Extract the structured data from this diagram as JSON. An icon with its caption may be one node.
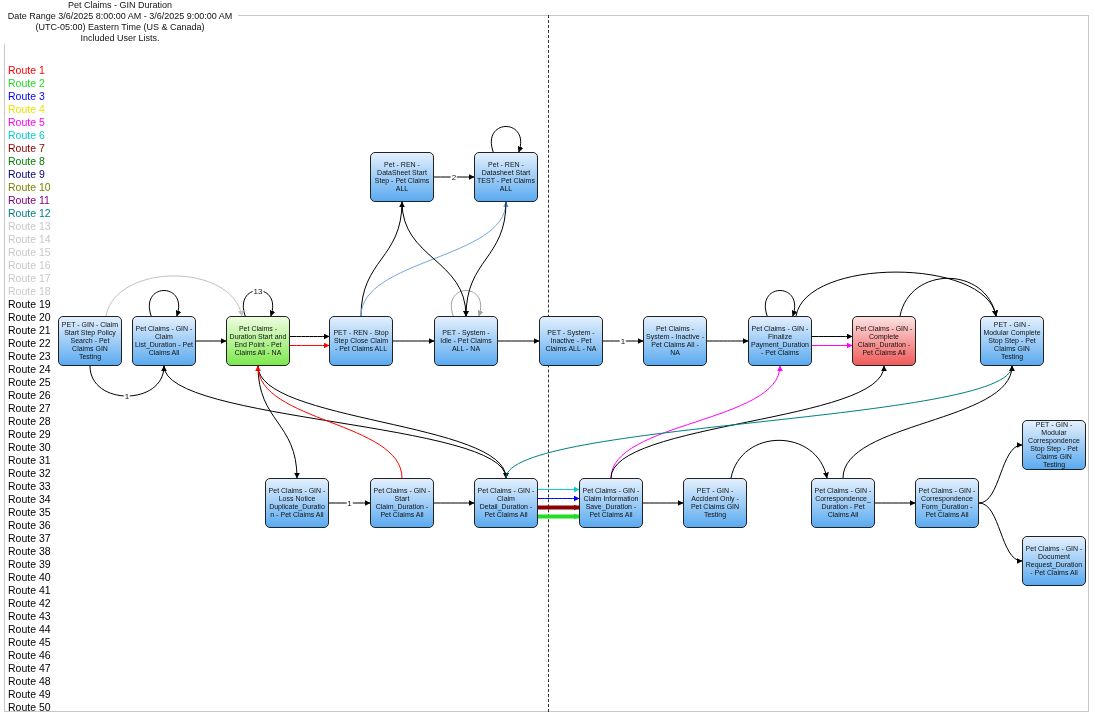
{
  "diagram": {
    "title": "Pet Claims - GIN Duration",
    "nodes": [
      {
        "text": [
          "PET - GIN - Claim Start Step Policy Search - Pet Claims GIN Testing"
        ]
      },
      {
        "text": [
          "Pet Claims - GIN - Claim List_Duration - Pet Claims All"
        ]
      },
      {
        "text": [
          "Pet Claims - Duration Start and End Point - Pet Claims All - NA"
        ]
      },
      {
        "text": [
          "PET - REN - Stop Step Close Claim - Pet Claims ALL"
        ]
      },
      {
        "text": [
          "PET - System - Idle - Pet Claims ALL - NA"
        ]
      },
      {
        "text": [
          "PET - System - Inactive - Pet Claims ALL - NA"
        ]
      },
      {
        "text": [
          "Pet Claims - System - Inactive - Pet Claims All - NA"
        ]
      },
      {
        "text": [
          "Pet Claims - GIN - Finalize Payment_Duration - Pet Claims"
        ]
      },
      {
        "text": [
          "Pet Claims - GIN - Complete Claim_Duration - Pet Claims All"
        ]
      },
      {
        "text": [
          "PET - GIN - Modular Complete Stop Step - Pet Claims GIN Testing"
        ]
      },
      {
        "text": [
          "Pet - REN - DataSheet Start Step - Pet Claims ALL"
        ]
      },
      {
        "text": [
          "Pet - REN - Datasheet Start TEST - Pet Claims ALL"
        ]
      },
      {
        "text": [
          "Pet Claims - GIN - Loss Notice Duplicate_Duration - Pet Claims All"
        ]
      },
      {
        "text": [
          "Pet Claims - GIN - Start Claim_Duration - Pet Claims All"
        ]
      },
      {
        "text": [
          "Pet Claims - GIN - Claim Detail_Duration - Pet Claims All"
        ]
      },
      {
        "text": [
          "Pet Claims - GIN - Claim Information Save_Duration - Pet Claims All"
        ]
      },
      {
        "text": [
          "PET - GIN - Accident Only - Pet Claims GIN Testing"
        ]
      },
      {
        "text": [
          "Pet Claims - GIN - Correspondence_Duration - Pet Claims All"
        ]
      },
      {
        "text": [
          "Pet Claims - GIN - Correspondence Form_Duration - Pet Claims All"
        ]
      },
      {
        "text": [
          "PET - GIN - Modular Correspondence Stop Step - Pet Claims GIN Testing"
        ]
      },
      {
        "text": [
          "Pet Claims - GIN - Document Request_Duration - Pet Claims All"
        ]
      }
    ],
    "edges": [
      {
        "from": 0,
        "to": 1,
        "arrow": "to",
        "label": "1"
      },
      {
        "from": 1,
        "to": 2,
        "arrow": "to"
      },
      {
        "from": 2,
        "to": 3,
        "arrow": "to"
      },
      {
        "from": 3,
        "to": 4,
        "arrow": "to"
      },
      {
        "from": 4,
        "to": 5,
        "arrow": "to"
      },
      {
        "from": 5,
        "to": 6,
        "arrow": "to",
        "label": "1"
      },
      {
        "from": 6,
        "to": 7,
        "arrow": "to"
      },
      {
        "from": 7,
        "to": 8,
        "arrow": "to"
      },
      {
        "from": 8,
        "to": 9,
        "arrow": "to"
      },
      {
        "from": 10,
        "to": 11,
        "arrow": "to",
        "label": "2"
      },
      {
        "from": 1,
        "to": 1,
        "arrow": "to"
      },
      {
        "from": 2,
        "to": 2,
        "arrow": "to",
        "label": "13"
      },
      {
        "from": 4,
        "to": 4,
        "arrow": "to",
        "color": "#a0a0a0"
      },
      {
        "from": 7,
        "to": 7,
        "arrow": "to"
      },
      {
        "from": 11,
        "to": 11,
        "arrow": "to"
      },
      {
        "from": 3,
        "to": 10,
        "arrow": "to"
      },
      {
        "from": 3,
        "to": 11,
        "arrow": "to",
        "color": "#6fa8dc"
      },
      {
        "from": 11,
        "to": 4,
        "arrow": "to"
      },
      {
        "from": 10,
        "to": 4,
        "arrow": "to"
      },
      {
        "from": 2,
        "to": 12,
        "arrow": "to"
      },
      {
        "from": 12,
        "to": 13,
        "arrow": "to",
        "label": "1"
      },
      {
        "from": 13,
        "to": 14,
        "arrow": "to"
      },
      {
        "from": 14,
        "to": 15,
        "arrow": "to",
        "color": "#00d0d0"
      },
      {
        "from": 14,
        "to": 15,
        "arrow": "to",
        "color": "#0000ff"
      },
      {
        "from": 14,
        "to": 15,
        "arrow": "to",
        "style": "thick",
        "color": "#8b0000"
      },
      {
        "from": 14,
        "to": 15,
        "arrow": "to",
        "style": "thick",
        "color": "#22dd22"
      },
      {
        "from": 15,
        "to": 16,
        "arrow": "to"
      },
      {
        "from": 16,
        "to": 17,
        "arrow": "to"
      },
      {
        "from": 17,
        "to": 18,
        "arrow": "to"
      },
      {
        "from": 18,
        "to": 19,
        "arrow": "to"
      },
      {
        "from": 18,
        "to": 20,
        "arrow": "to"
      },
      {
        "from": 2,
        "to": 14,
        "arrow": "to"
      },
      {
        "from": 1,
        "to": 14,
        "arrow": "to"
      },
      {
        "from": 15,
        "to": 7,
        "arrow": "to",
        "color": "#ff00ff"
      },
      {
        "from": 15,
        "to": 8,
        "arrow": "to"
      },
      {
        "from": 7,
        "to": 8,
        "arrow": "to",
        "color": "#ff00ff"
      },
      {
        "from": 7,
        "to": 9,
        "arrow": "to"
      },
      {
        "from": 14,
        "to": 9,
        "arrow": "to",
        "color": "#008080"
      },
      {
        "from": 13,
        "to": 2,
        "arrow": "to",
        "color": "#ff0000"
      },
      {
        "from": 2,
        "to": 3,
        "arrow": "to",
        "color": "#ff0000"
      },
      {
        "from": 0,
        "to": 2,
        "arrow": "to",
        "color": "#c0c0c0"
      },
      {
        "from": 17,
        "to": 9,
        "arrow": "to"
      }
    ],
    "labels": [
      "Date Range 3/6/2025 8:00:00 AM - 3/6/2025 9:00:00 AM",
      "(UTC-05:00) Eastern Time (US & Canada)",
      "Included User Lists."
    ],
    "legend": [
      {
        "text": "Route 1",
        "color": "#ff0000"
      },
      {
        "text": "Route 2",
        "color": "#22dd22"
      },
      {
        "text": "Route 3",
        "color": "#0000ff"
      },
      {
        "text": "Route 4",
        "color": "#e6e600"
      },
      {
        "text": "Route 5",
        "color": "#ff00ff"
      },
      {
        "text": "Route 6",
        "color": "#00d0d0"
      },
      {
        "text": "Route 7",
        "color": "#8b0000"
      },
      {
        "text": "Route 8",
        "color": "#008000"
      },
      {
        "text": "Route 9",
        "color": "#000080"
      },
      {
        "text": "Route 10",
        "color": "#808000"
      },
      {
        "text": "Route 11",
        "color": "#800080"
      },
      {
        "text": "Route 12",
        "color": "#008080"
      },
      {
        "text": "Route 13",
        "color": "#c8c8c8"
      },
      {
        "text": "Route 14",
        "color": "#c8c8c8"
      },
      {
        "text": "Route 15",
        "color": "#c8c8c8"
      },
      {
        "text": "Route 16",
        "color": "#c8c8c8"
      },
      {
        "text": "Route 17",
        "color": "#c8c8c8"
      },
      {
        "text": "Route 18",
        "color": "#c8c8c8"
      },
      {
        "text": "Route 19",
        "color": "#000000"
      },
      {
        "text": "Route 20",
        "color": "#000000"
      },
      {
        "text": "Route 21",
        "color": "#000000"
      },
      {
        "text": "Route 22",
        "color": "#000000"
      },
      {
        "text": "Route 23",
        "color": "#000000"
      },
      {
        "text": "Route 24",
        "color": "#000000"
      },
      {
        "text": "Route 25",
        "color": "#000000"
      },
      {
        "text": "Route 26",
        "color": "#000000"
      },
      {
        "text": "Route 27",
        "color": "#000000"
      },
      {
        "text": "Route 28",
        "color": "#000000"
      },
      {
        "text": "Route 29",
        "color": "#000000"
      },
      {
        "text": "Route 30",
        "color": "#000000"
      },
      {
        "text": "Route 31",
        "color": "#000000"
      },
      {
        "text": "Route 32",
        "color": "#000000"
      },
      {
        "text": "Route 33",
        "color": "#000000"
      },
      {
        "text": "Route 34",
        "color": "#000000"
      },
      {
        "text": "Route 35",
        "color": "#000000"
      },
      {
        "text": "Route 36",
        "color": "#000000"
      },
      {
        "text": "Route 37",
        "color": "#000000"
      },
      {
        "text": "Route 38",
        "color": "#000000"
      },
      {
        "text": "Route 39",
        "color": "#000000"
      },
      {
        "text": "Route 40",
        "color": "#000000"
      },
      {
        "text": "Route 41",
        "color": "#000000"
      },
      {
        "text": "Route 42",
        "color": "#000000"
      },
      {
        "text": "Route 43",
        "color": "#000000"
      },
      {
        "text": "Route 44",
        "color": "#000000"
      },
      {
        "text": "Route 45",
        "color": "#000000"
      },
      {
        "text": "Route 46",
        "color": "#000000"
      },
      {
        "text": "Route 47",
        "color": "#000000"
      },
      {
        "text": "Route 48",
        "color": "#000000"
      },
      {
        "text": "Route 49",
        "color": "#000000"
      },
      {
        "text": "Route 50",
        "color": "#000000"
      }
    ]
  }
}
